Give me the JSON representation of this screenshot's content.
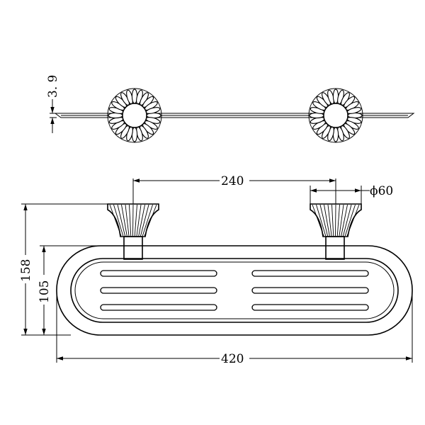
{
  "drawing": {
    "dimensions": {
      "thickness": "3. 9",
      "center_distance": "240",
      "diameter": "ϕ60",
      "overall_depth": "158",
      "shelf_depth": "105",
      "overall_length": "420"
    }
  }
}
